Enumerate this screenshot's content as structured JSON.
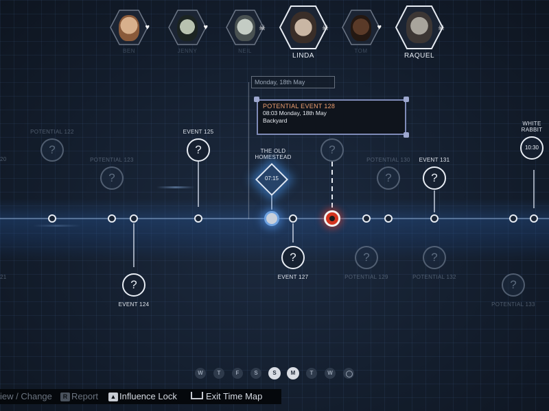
{
  "characters": [
    {
      "name": "BEN",
      "status_icon": "heart-icon",
      "selected": false
    },
    {
      "name": "JENNY",
      "status_icon": "heart-icon",
      "selected": false
    },
    {
      "name": "NEIL",
      "status_icon": "skull-icon",
      "selected": false
    },
    {
      "name": "LINDA",
      "status_icon": "skull-icon",
      "selected": true
    },
    {
      "name": "TOM",
      "status_icon": "heart-icon",
      "selected": false
    },
    {
      "name": "RAQUEL",
      "status_icon": "skull-icon",
      "selected": true
    }
  ],
  "timeline": {
    "date_label": "Monday, 18th May",
    "popup": {
      "title": "POTENTIAL EVENT 128",
      "time": "08:03 Monday, 18th May",
      "location": "Backyard"
    },
    "events_above": {
      "e120": "20",
      "e122": "POTENTIAL 122",
      "e123": "POTENTIAL 123",
      "e125": "EVENT 125",
      "old_homestead_line1": "THE OLD",
      "old_homestead_line2": "HOMESTEAD",
      "old_homestead_time": "07:15",
      "e130": "POTENTIAL 130",
      "e131": "EVENT 131",
      "white_rabbit_line1": "WHITE",
      "white_rabbit_line2": "RABBIT",
      "white_rabbit_time": "10:30"
    },
    "events_below": {
      "e121": "21",
      "e124": "EVENT 124",
      "e127": "EVENT 127",
      "e129": "POTENTIAL 129",
      "e132": "POTENTIAL 132",
      "e133": "POTENTIAL 133"
    },
    "question_mark": "?"
  },
  "day_selector": [
    "W",
    "T",
    "F",
    "S",
    "S",
    "M",
    "T",
    "W"
  ],
  "selected_days": [
    4,
    5
  ],
  "controls": {
    "view_change": "iew / Change",
    "report_key": "R",
    "report": "Report",
    "influence_lock": "Influence Lock",
    "exit_time_map": "Exit Time Map"
  },
  "colors": {
    "accent_blue": "#6fa2e0",
    "target_red": "#d3341f",
    "popup_title": "#f0a070"
  }
}
